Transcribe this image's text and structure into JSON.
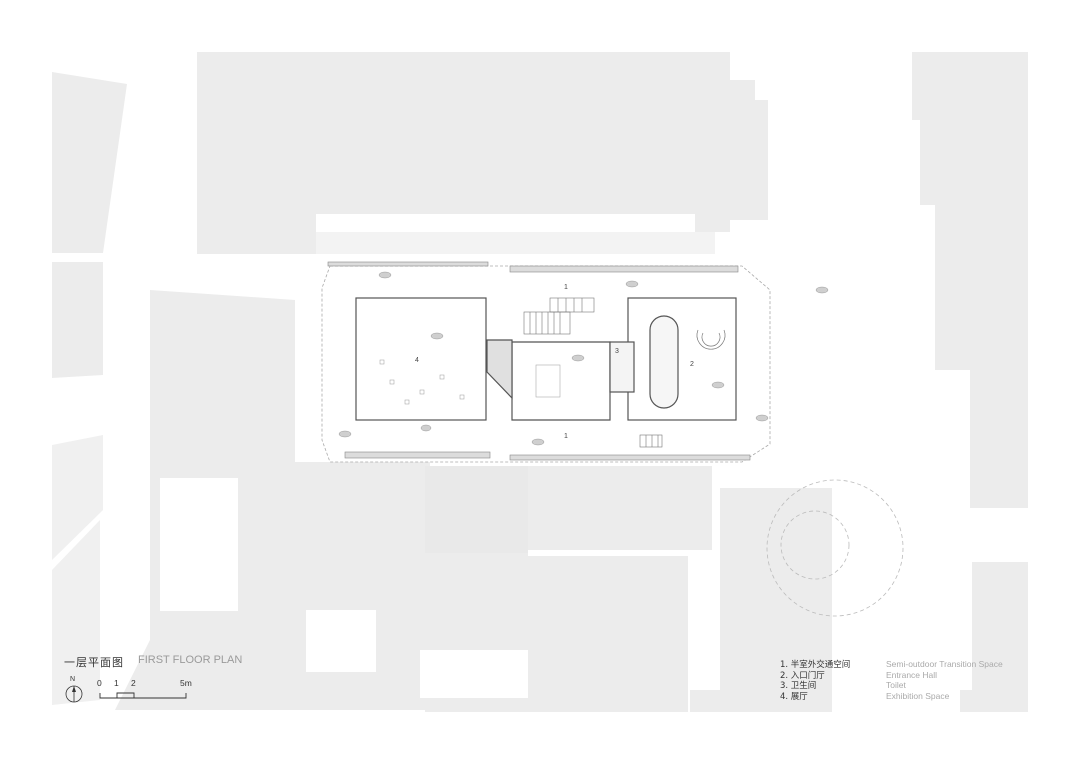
{
  "title": {
    "cn": "一层平面图",
    "en": "FIRST FLOOR PLAN"
  },
  "scale_bar": {
    "ticks": [
      "0",
      "1",
      "2",
      "5m"
    ]
  },
  "north_arrow": {
    "label": "N"
  },
  "legend": [
    {
      "cn": "1. 半室外交通空间",
      "en": "Semi-outdoor Transition Space"
    },
    {
      "cn": "2. 入口门厅",
      "en": "Entrance Hall"
    },
    {
      "cn": "3. 卫生间",
      "en": "Toilet"
    },
    {
      "cn": "4. 展厅",
      "en": "Exhibition Space"
    }
  ],
  "room_numbers": [
    "1",
    "1",
    "2",
    "3",
    "4"
  ],
  "colors": {
    "block": "#ececec",
    "wall": "#555555",
    "line": "#999999",
    "paper": "#ffffff"
  }
}
